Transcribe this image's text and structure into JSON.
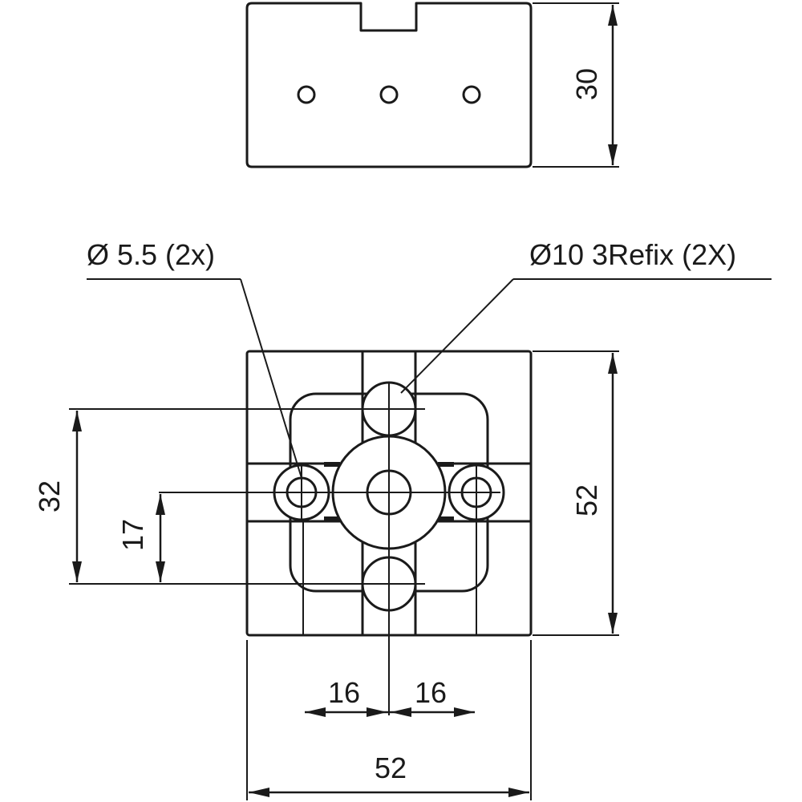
{
  "top_view": {
    "height_dimension": "30"
  },
  "front_view": {
    "callout_small_holes": "Ø 5.5 (2x)",
    "callout_large_holes": "Ø10 3Refix (2X)",
    "dim_vertical_outer": "32",
    "dim_vertical_inner": "17",
    "dim_height": "52",
    "dim_left_offset": "16",
    "dim_right_offset": "16",
    "dim_width": "52"
  },
  "colors": {
    "line": "#1a1a1a",
    "background": "#ffffff"
  }
}
